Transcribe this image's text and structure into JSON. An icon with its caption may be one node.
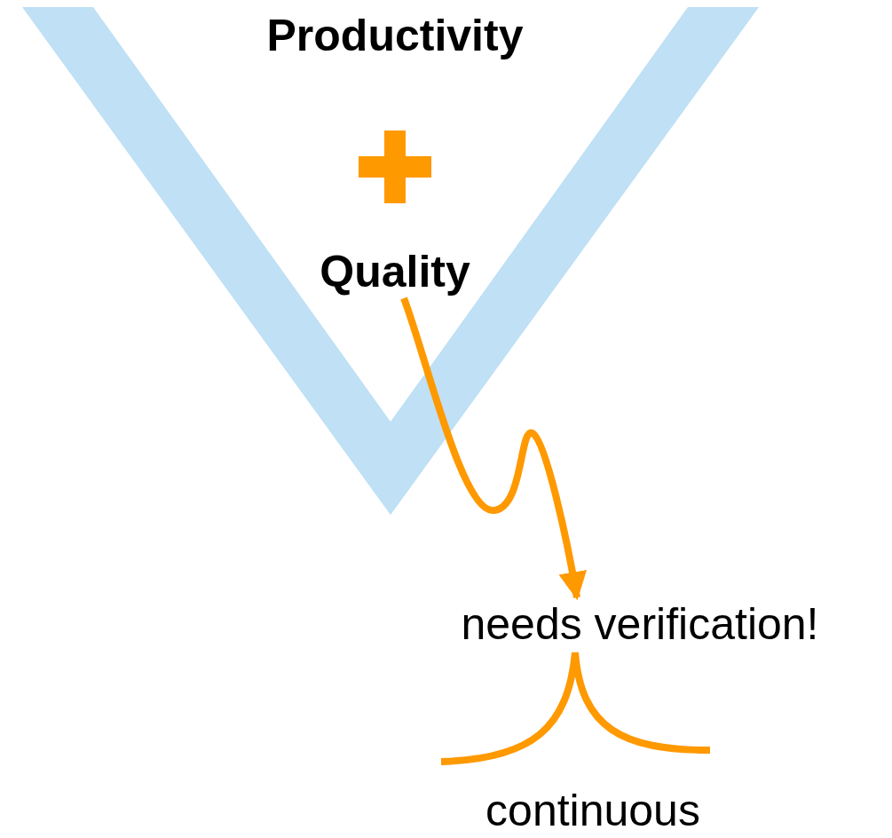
{
  "diagram": {
    "nodes": [
      {
        "text": [
          "Productivity"
        ]
      },
      {
        "text": [
          "Quality"
        ]
      },
      {
        "text": [
          "needs verification!"
        ]
      },
      {
        "text": [
          "continuous"
        ]
      }
    ],
    "edges": [
      {
        "from": 1,
        "to": 2,
        "arrow": "to",
        "color": "#ff9900"
      }
    ]
  }
}
